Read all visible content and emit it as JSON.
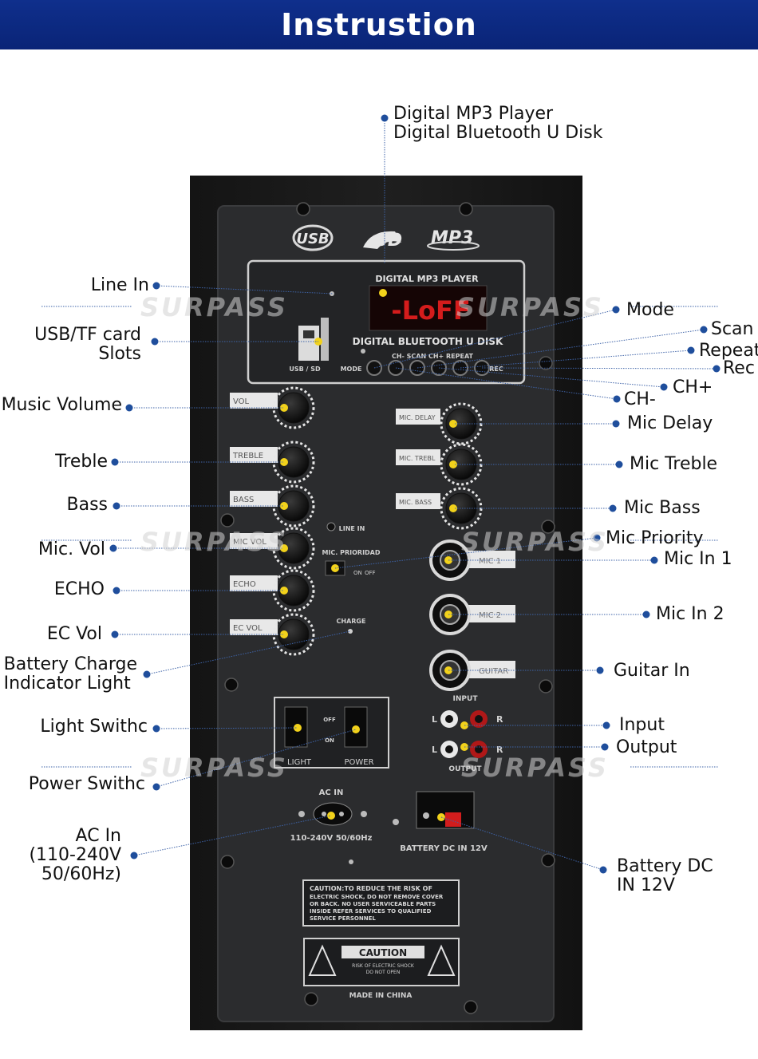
{
  "header": {
    "title": "Instrustion"
  },
  "top_callout": {
    "line1": "Digital MP3 Player",
    "line2": "Digital Bluetooth U Disk"
  },
  "left_callouts": {
    "line_in": "Line In",
    "usb_tf_1": "USB/TF card",
    "usb_tf_2": "Slots",
    "music_volume": "Music Volume",
    "treble": "Treble",
    "bass": "Bass",
    "mic_vol": "Mic. Vol",
    "echo": "ECHO",
    "ec_vol": "EC Vol",
    "battery_charge_1": "Battery Charge",
    "battery_charge_2": "Indicator Light",
    "light_switch": "Light Swithc",
    "power_switch": "Power Swithc",
    "ac_in_1": "AC In",
    "ac_in_2": "(110-240V",
    "ac_in_3": "50/60Hz)"
  },
  "right_callouts": {
    "mode": "Mode",
    "scan": "Scan",
    "repeat": "Repeat",
    "rec": "Rec",
    "ch_plus": "CH+",
    "ch_minus": "CH-",
    "mic_delay": "Mic Delay",
    "mic_treble": "Mic Treble",
    "mic_bass": "Mic Bass",
    "mic_priority": "Mic Priority",
    "mic_in_1": "Mic In 1",
    "mic_in_2": "Mic In 2",
    "guitar_in": "Guitar In",
    "input": "Input",
    "output": "Output",
    "battery_dc_1": "Battery DC",
    "battery_dc_2": "IN 12V"
  },
  "watermark": "SURPASS",
  "panel": {
    "logo_usb": "USB",
    "logo_mp3": "MP3",
    "display_title": "DIGITAL MP3 PLAYER",
    "display_sub": "DIGITAL BLUETOOTH U DISK",
    "display_readout": "-LoFF",
    "btn_labels": "CH-  SCAN  CH+  REPEAT",
    "mode_label": "MODE",
    "rec_label": "REC",
    "usb_sd_label": "USB / SD",
    "knob_left": [
      "VOL",
      "TREBLE",
      "BASS",
      "MIC VOL",
      "ECHO",
      "EC VOL"
    ],
    "knob_right": [
      "MIC. DELAY",
      "MIC. TREBL",
      "MIC. BASS"
    ],
    "line_in_label": "LINE IN",
    "mic_priority_label": "MIC. PRIORIDAD",
    "on_label": "ON",
    "off_label": "OFF",
    "charge_label": "CHARGE",
    "jack_labels": [
      "MIC 1",
      "MIC 2",
      "GUITAR"
    ],
    "input_label": "INPUT",
    "output_label": "OUTPUT",
    "l_label": "L",
    "r_label": "R",
    "switch_off": "OFF",
    "switch_on": "ON",
    "light_label": "LIGHT",
    "power_label": "POWER",
    "ac_in_label": "AC IN",
    "ac_spec": "110-240V 50/60Hz",
    "battery_label": "BATTERY DC IN 12V",
    "caution_text_1": "CAUTION:TO REDUCE THE RISK OF",
    "caution_text_2": "ELECTRIC SHOCK, DO NOT REMOVE COVER",
    "caution_text_3": "OR BACK. NO USER SERVICEABLE PARTS",
    "caution_text_4": "INSIDE REFER SERVICES TO QUALIFIED",
    "caution_text_5": "SERVICE PERSONNEL",
    "caution_title": "CAUTION",
    "caution_sub_1": "RISK OF ELECTRIC SHOCK",
    "caution_sub_2": "DO NOT OPEN",
    "made_in": "MADE IN CHINA"
  },
  "colors": {
    "banner": "#0f2f8c",
    "dot": "#1f4e9c",
    "knob_dot": "#f2d21b",
    "panel": "#2a2b2d"
  }
}
